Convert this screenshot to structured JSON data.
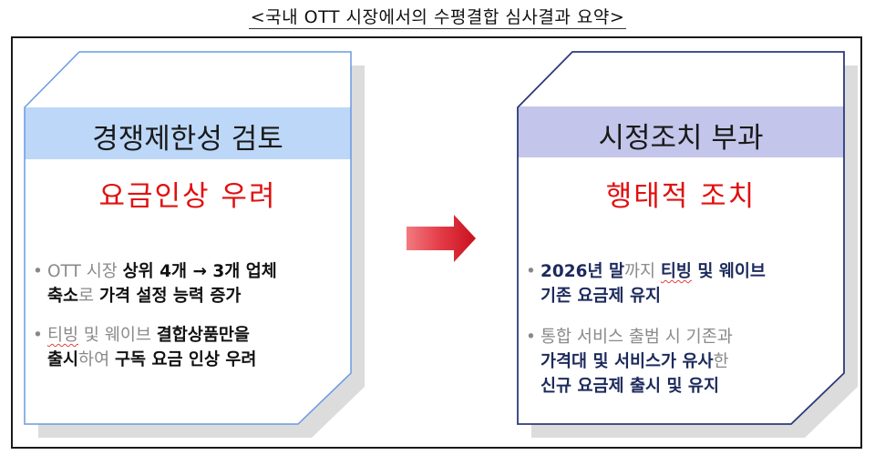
{
  "title": "<국내 OTT 시장에서의 수평결합 심사결과 요약>",
  "colors": {
    "left_border": "#6a9ae0",
    "left_header_bg": "#bcd7f7",
    "right_border": "#2e3a7a",
    "right_header_bg": "#c3c6ea",
    "highlight_red": "#e01010",
    "arrow_red": "#d81e2c",
    "shadow": "#dcdcdc",
    "muted_text": "#8a8a8a",
    "navy_text": "#1c2a5c"
  },
  "left_card": {
    "header": "경쟁제한성 검토",
    "headline": "요금인상 우려",
    "bullets": [
      {
        "segments": [
          {
            "text": "OTT 시장 ",
            "style": "muted"
          },
          {
            "text": "상위 4개 → 3개 업체",
            "style": "bold"
          },
          {
            "text": "축소",
            "style": "bold"
          },
          {
            "text": "로 ",
            "style": "muted"
          },
          {
            "text": "가격 설정 능력 증가",
            "style": "bold"
          }
        ]
      },
      {
        "segments": [
          {
            "text": "티빙",
            "style": "muted-spellcheck"
          },
          {
            "text": " 및 웨이브 ",
            "style": "muted"
          },
          {
            "text": "결합상품만을",
            "style": "bold"
          },
          {
            "text": "출시",
            "style": "bold"
          },
          {
            "text": "하여 ",
            "style": "muted"
          },
          {
            "text": "구독 요금 인상 우려",
            "style": "bold"
          }
        ]
      }
    ]
  },
  "arrow": {
    "icon": "right-arrow-icon"
  },
  "right_card": {
    "header": "시정조치 부과",
    "headline": "행태적 조치",
    "bullets": [
      {
        "segments": [
          {
            "text": "2026년 말",
            "style": "navy"
          },
          {
            "text": "까지 ",
            "style": "muted"
          },
          {
            "text": "티빙",
            "style": "navy-spellcheck"
          },
          {
            "text": " 및 웨이브",
            "style": "navy"
          },
          {
            "text": "기존 요금제 유지",
            "style": "navy"
          }
        ]
      },
      {
        "segments": [
          {
            "text": "통합 서비스 출범 시 기존과",
            "style": "muted"
          },
          {
            "text": "가격대 및 서비스가 유사",
            "style": "navy"
          },
          {
            "text": "한",
            "style": "muted"
          },
          {
            "text": "신규 요금제 출시 및 유지",
            "style": "navy"
          }
        ]
      }
    ]
  }
}
